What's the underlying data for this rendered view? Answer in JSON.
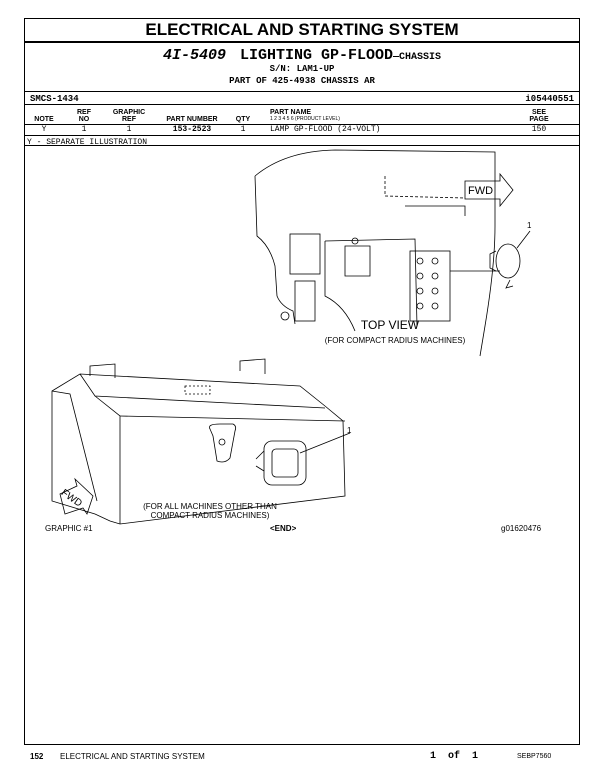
{
  "title": "ELECTRICAL AND STARTING SYSTEM",
  "group": {
    "code": "4I-5409",
    "name": "LIGHTING GP-FLOOD",
    "suffix": "—CHASSIS",
    "serial": "S/N: LAM1-UP",
    "part_of": "PART OF 425-4938 CHASSIS AR"
  },
  "smcs": "SMCS-1434",
  "illustration_ref": "i05440551",
  "table": {
    "headers": {
      "note": "NOTE",
      "ref_no": [
        "REF",
        "NO"
      ],
      "graphic_ref": [
        "GRAPHIC",
        "REF"
      ],
      "part_number": "PART NUMBER",
      "qty": "QTY",
      "part_name": "PART NAME",
      "product_level": "1  2  3  4  5  6  (PRODUCT LEVEL)",
      "see_page": [
        "SEE",
        "PAGE"
      ]
    },
    "rows": [
      {
        "note": "Y",
        "ref_no": "1",
        "graphic_ref": "1",
        "part_number": "153-2523",
        "qty": "1",
        "part_name": "LAMP GP-FLOOD (24-VOLT)",
        "see_page": "150"
      }
    ]
  },
  "note_legend": "Y - SEPARATE ILLUSTRATION",
  "figure": {
    "fwd_top": "FWD",
    "fwd_bottom": "FWD",
    "callout_top": "1",
    "callout_bottom": "1",
    "top_view": "TOP VIEW",
    "top_view_note": "(FOR COMPACT RADIUS MACHINES)",
    "bottom_note_line1": "(FOR ALL MACHINES OTHER THAN",
    "bottom_note_line2": "COMPACT RADIUS MACHINES)",
    "graphic_label": "GRAPHIC #1",
    "end_label": "<END>",
    "graphic_id": "g01620476"
  },
  "footer": {
    "page": "152",
    "section": "ELECTRICAL AND STARTING SYSTEM",
    "page_of": "1  of  1",
    "doc": "SEBP7560"
  }
}
